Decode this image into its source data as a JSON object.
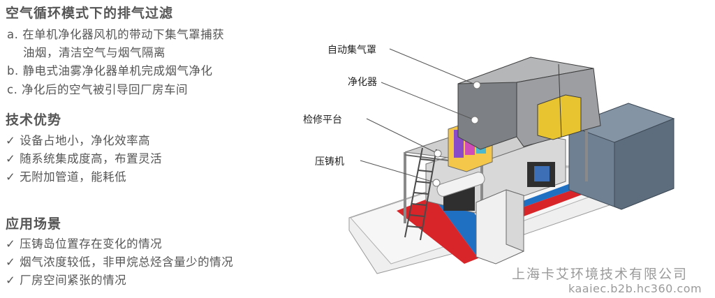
{
  "sections": {
    "exhaust": {
      "title": "空气循环模式下的排气过滤",
      "items": [
        "a. 在单机净化器风机的带动下集气罩捕获",
        "油烟，清洁空气与烟气隔离",
        "b. 静电式油雾净化器单机完成烟气净化",
        "c. 净化后的空气被引导回厂房车间"
      ]
    },
    "advantages": {
      "title": "技术优势",
      "items": [
        "✓ 设备占地小，净化效率高",
        "✓ 随系统集成度高，布置灵活",
        "✓ 无附加管道，能耗低"
      ]
    },
    "scenarios": {
      "title": "应用场景",
      "items": [
        "✓ 压铸岛位置存在变化的情况",
        "✓ 烟气浓度较低，非甲烷总烃含量少的情况",
        "✓ 厂房空间紧张的情况"
      ]
    }
  },
  "diagram": {
    "labels": {
      "hood": "自动集气罩",
      "purifier": "净化器",
      "platform": "检修平台",
      "machine": "压铸机"
    },
    "colors": {
      "red_stripe": "#d8252a",
      "blue_stripe": "#1f6fc2",
      "yellow_panel": "#e8c530",
      "hood_fill": "#7d8084",
      "base": "#f0f0f0"
    }
  },
  "watermark": {
    "company": "上海卡艾环境技术有限公司",
    "url": "kaaiec.b2b.hc360.com"
  }
}
